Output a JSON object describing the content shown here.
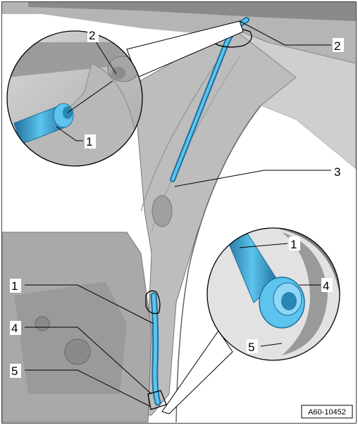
{
  "figure_id": "A60-10452",
  "callouts": [
    {
      "id": "c2-top",
      "text": "2"
    },
    {
      "id": "c2-inset",
      "text": "2"
    },
    {
      "id": "c1-inset",
      "text": "1"
    },
    {
      "id": "c3",
      "text": "3"
    },
    {
      "id": "c1-inset2",
      "text": "1"
    },
    {
      "id": "c4-inset",
      "text": "4"
    },
    {
      "id": "c5-inset",
      "text": "5"
    },
    {
      "id": "c1-left",
      "text": "1"
    },
    {
      "id": "c4-left",
      "text": "4"
    },
    {
      "id": "c5-left",
      "text": "5"
    }
  ],
  "colors": {
    "body_gray": "#bfbfbf",
    "body_dark": "#8c8c8c",
    "hose_blue": "#3aa6d8",
    "hose_dark": "#1f6f9a"
  }
}
